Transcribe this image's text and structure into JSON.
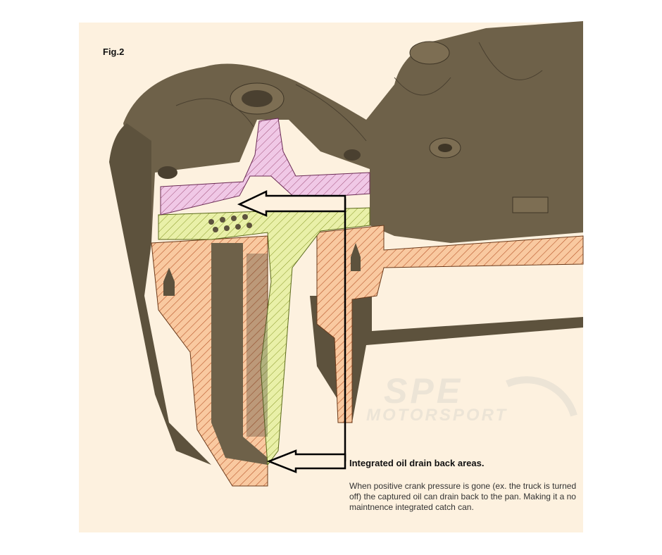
{
  "figure_label": "Fig.2",
  "callout_title": "Integrated oil drain back areas.",
  "callout_description": "When positive crank pressure is gone (ex. the truck is turned off) the captured oil can drain back to the pan. Making it a no maintnence integrated catch can.",
  "watermark": {
    "line1": "SPE",
    "line2": "MOTORSPORT"
  },
  "colors": {
    "background": "#fdf1df",
    "housing": "#6e6149",
    "cap_section": "#f0c8e6",
    "insert_section": "#e9f0a8",
    "body_section": "#f9c9a0",
    "hatch": "#b8562a"
  }
}
